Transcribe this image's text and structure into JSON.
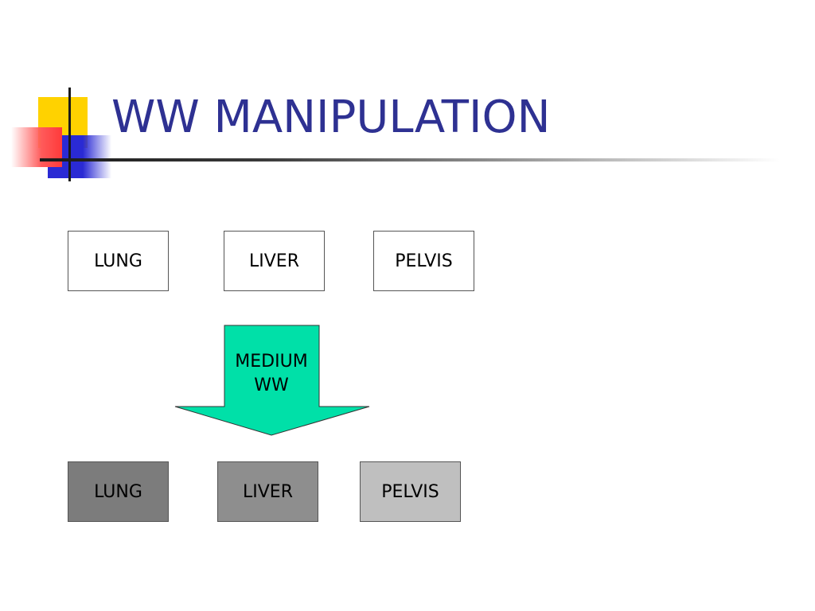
{
  "slide": {
    "title": "WW MANIPULATION"
  },
  "diagram": {
    "top_row": [
      {
        "label": "LUNG"
      },
      {
        "label": "LIVER"
      },
      {
        "label": "PELVIS"
      }
    ],
    "arrow": {
      "line1": "MEDIUM",
      "line2": "WW",
      "color": "#00e0a8"
    },
    "bottom_row": [
      {
        "label": "LUNG",
        "color": "#7c7c7c"
      },
      {
        "label": "LIVER",
        "color": "#8e8e8e"
      },
      {
        "label": "PELVIS",
        "color": "#bfbfbf"
      }
    ]
  },
  "colors": {
    "title": "#2e3192",
    "logo_yellow": "#ffd200",
    "logo_blue": "#2a2ad4",
    "logo_red": "#ff3a3a"
  }
}
